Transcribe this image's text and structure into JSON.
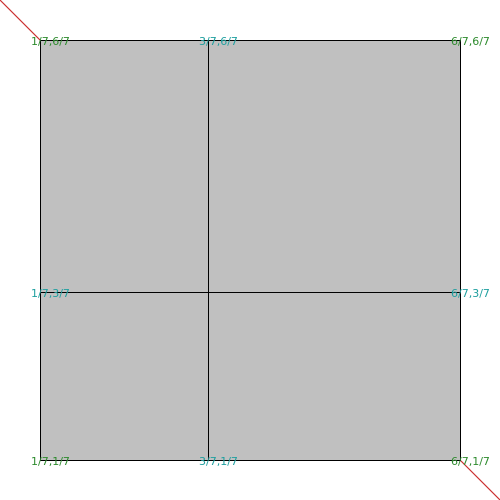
{
  "diagram": {
    "colors": {
      "background": "#ffffff",
      "fill": "#c0c0c0",
      "edge": "#000000",
      "diagonal": "#cc3333",
      "corner_label": "#2e8b2e",
      "edge_label": "#1f9f9f"
    },
    "labels": {
      "top_left": "1/7,6/7",
      "top_mid": "3/7,6/7",
      "top_right": "6/7,6/7",
      "mid_left": "1/7,3/7",
      "mid_right": "6/7,3/7",
      "bottom_left": "1/7,1/7",
      "bottom_mid": "3/7,1/7",
      "bottom_right": "6/7,1/7"
    }
  }
}
